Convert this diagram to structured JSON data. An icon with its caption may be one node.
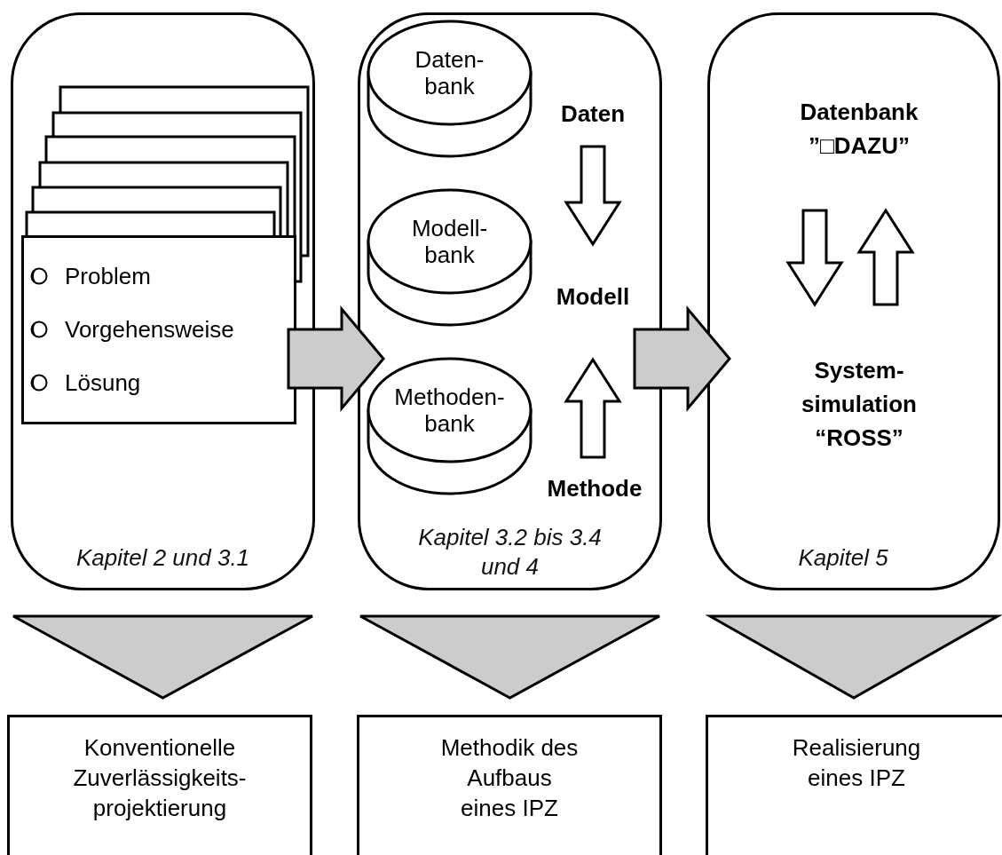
{
  "diagram": {
    "nodes": [
      {
        "text": [
          "Kapitel 2 und 3.1"
        ]
      },
      {
        "text": [
          "Problem",
          "Vorgehensweise",
          "Lösung"
        ],
        "in": 0
      },
      {
        "text": [
          "Kapitel 3.2 bis 3.4 und 4"
        ]
      },
      {
        "text": [
          "Daten- bank"
        ],
        "in": 2
      },
      {
        "text": [
          "Modell- bank"
        ],
        "in": 2
      },
      {
        "text": [
          "Methoden- bank"
        ],
        "in": 2
      },
      {
        "text": [
          "Daten"
        ],
        "in": 2
      },
      {
        "text": [
          "Modell"
        ],
        "in": 2
      },
      {
        "text": [
          "Methode"
        ],
        "in": 2
      },
      {
        "text": [
          "Kapitel 5"
        ]
      },
      {
        "text": [
          "Datenbank ”□DAZU”"
        ],
        "in": 9
      },
      {
        "text": [
          "System- simulation “ROSS”"
        ],
        "in": 9
      },
      {
        "text": [
          "Konventionelle Zuverlässigkeits- projektierung"
        ]
      },
      {
        "text": [
          "Methodik des Aufbaus eines IPZ"
        ]
      },
      {
        "text": [
          "Realisierung eines IPZ"
        ]
      }
    ],
    "edges": [
      {
        "from": 1,
        "to": 2,
        "arrow": "to"
      },
      {
        "from": 2,
        "to": 9,
        "arrow": "to"
      },
      {
        "from": 6,
        "to": 7,
        "arrow": "to"
      },
      {
        "from": 8,
        "to": 7,
        "arrow": "to"
      },
      {
        "from": 10,
        "to": 11,
        "arrow": "to"
      },
      {
        "from": 11,
        "to": 10,
        "arrow": "to"
      },
      {
        "from": 0,
        "to": 12,
        "arrow": "to"
      },
      {
        "from": 2,
        "to": 13,
        "arrow": "to"
      },
      {
        "from": 9,
        "to": 14,
        "arrow": "to"
      }
    ]
  }
}
